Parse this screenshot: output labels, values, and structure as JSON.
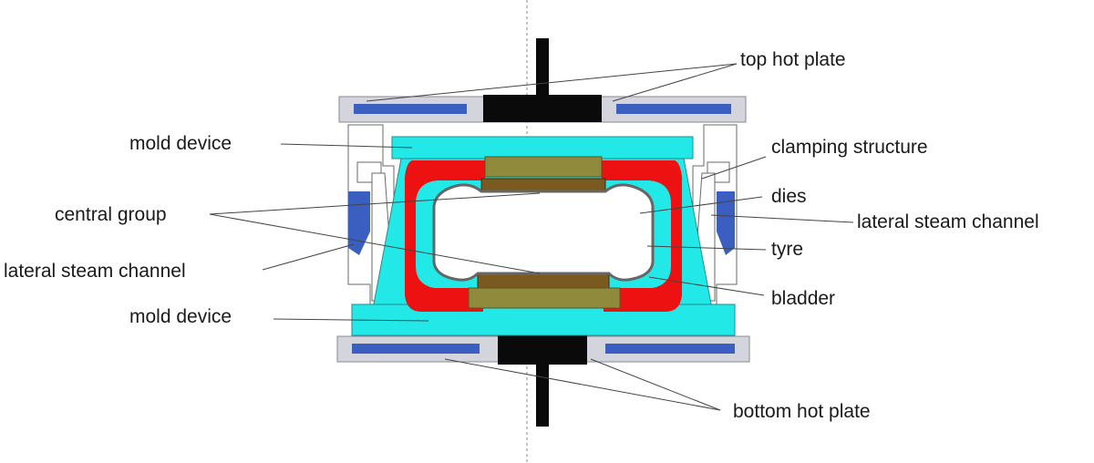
{
  "labels": {
    "top_hot_plate": "top hot plate",
    "mold_device_top": "mold device",
    "clamping_structure": "clamping structure",
    "dies": "dies",
    "central_group": "central group",
    "lateral_steam_channel_right": "lateral steam channel",
    "tyre": "tyre",
    "lateral_steam_channel_left": "lateral steam channel",
    "bladder": "bladder",
    "mold_device_bottom": "mold device",
    "bottom_hot_plate": "bottom hot plate"
  },
  "colors": {
    "hot_plate": "#d4d4dc",
    "heater": "#3a5fc0",
    "shaft": "#0a0a0a",
    "mold": "#22e8e8",
    "die": "#ee1111",
    "central": "#8f8a3c",
    "central_dark": "#7a5a1e",
    "bladder": "#666666",
    "tyre_cavity": "#ffffff",
    "line": "#444444"
  }
}
